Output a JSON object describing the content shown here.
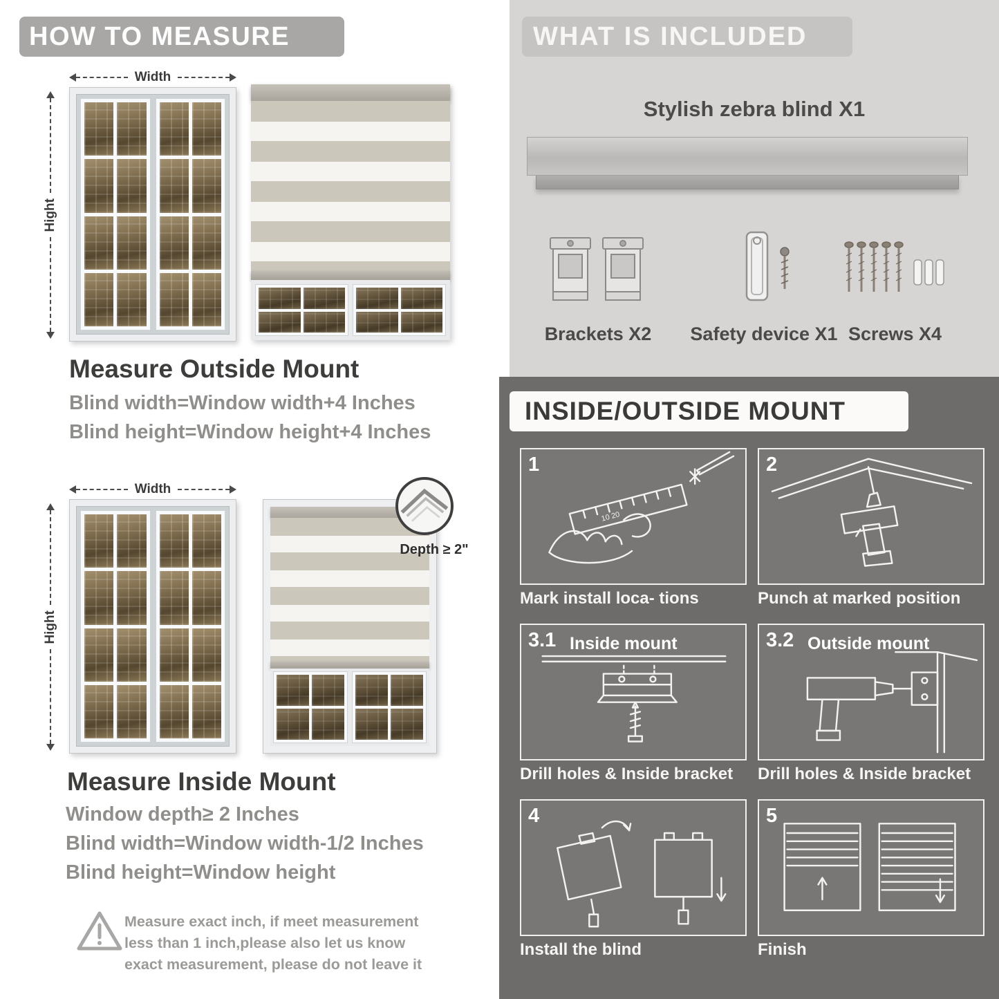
{
  "left": {
    "header": "HOW TO MEASURE",
    "outside": {
      "title": "Measure Outside Mount",
      "width_label": "Width",
      "height_label": "Hight",
      "lines": [
        "Blind width=Window width+4 Inches",
        "Blind height=Window height+4 Inches"
      ]
    },
    "inside": {
      "title": "Measure Inside Mount",
      "width_label": "Width",
      "height_label": "Hight",
      "depth_label": "Depth ≥ 2\"",
      "lines": [
        "Window depth≥ 2 Inches",
        "Blind width=Window width-1/2 Inches",
        "Blind height=Window height"
      ]
    },
    "warning": "Measure exact inch, if meet measurement less than 1 inch,please also let us know exact measurement, please do not leave it"
  },
  "right": {
    "included": {
      "header": "WHAT IS INCLUDED",
      "product": "Stylish zebra blind X1",
      "items": [
        {
          "label": "Brackets X2",
          "icon": "brackets-icon"
        },
        {
          "label": "Safety device X1",
          "icon": "safety-device-icon"
        },
        {
          "label": "Screws X4",
          "icon": "screws-icon"
        }
      ]
    },
    "mount": {
      "header": "INSIDE/OUTSIDE MOUNT",
      "steps": [
        {
          "num": "1",
          "title": "",
          "caption": "Mark install loca- tions"
        },
        {
          "num": "2",
          "title": "",
          "caption": "Punch at  marked position"
        },
        {
          "num": "3.1",
          "title": "Inside mount",
          "caption": "Drill holes &  Inside bracket"
        },
        {
          "num": "3.2",
          "title": "Outside mount",
          "caption": "Drill holes &  Inside bracket"
        },
        {
          "num": "4",
          "title": "",
          "caption": "Install the blind"
        },
        {
          "num": "5",
          "title": "",
          "caption": "Finish"
        }
      ]
    }
  }
}
